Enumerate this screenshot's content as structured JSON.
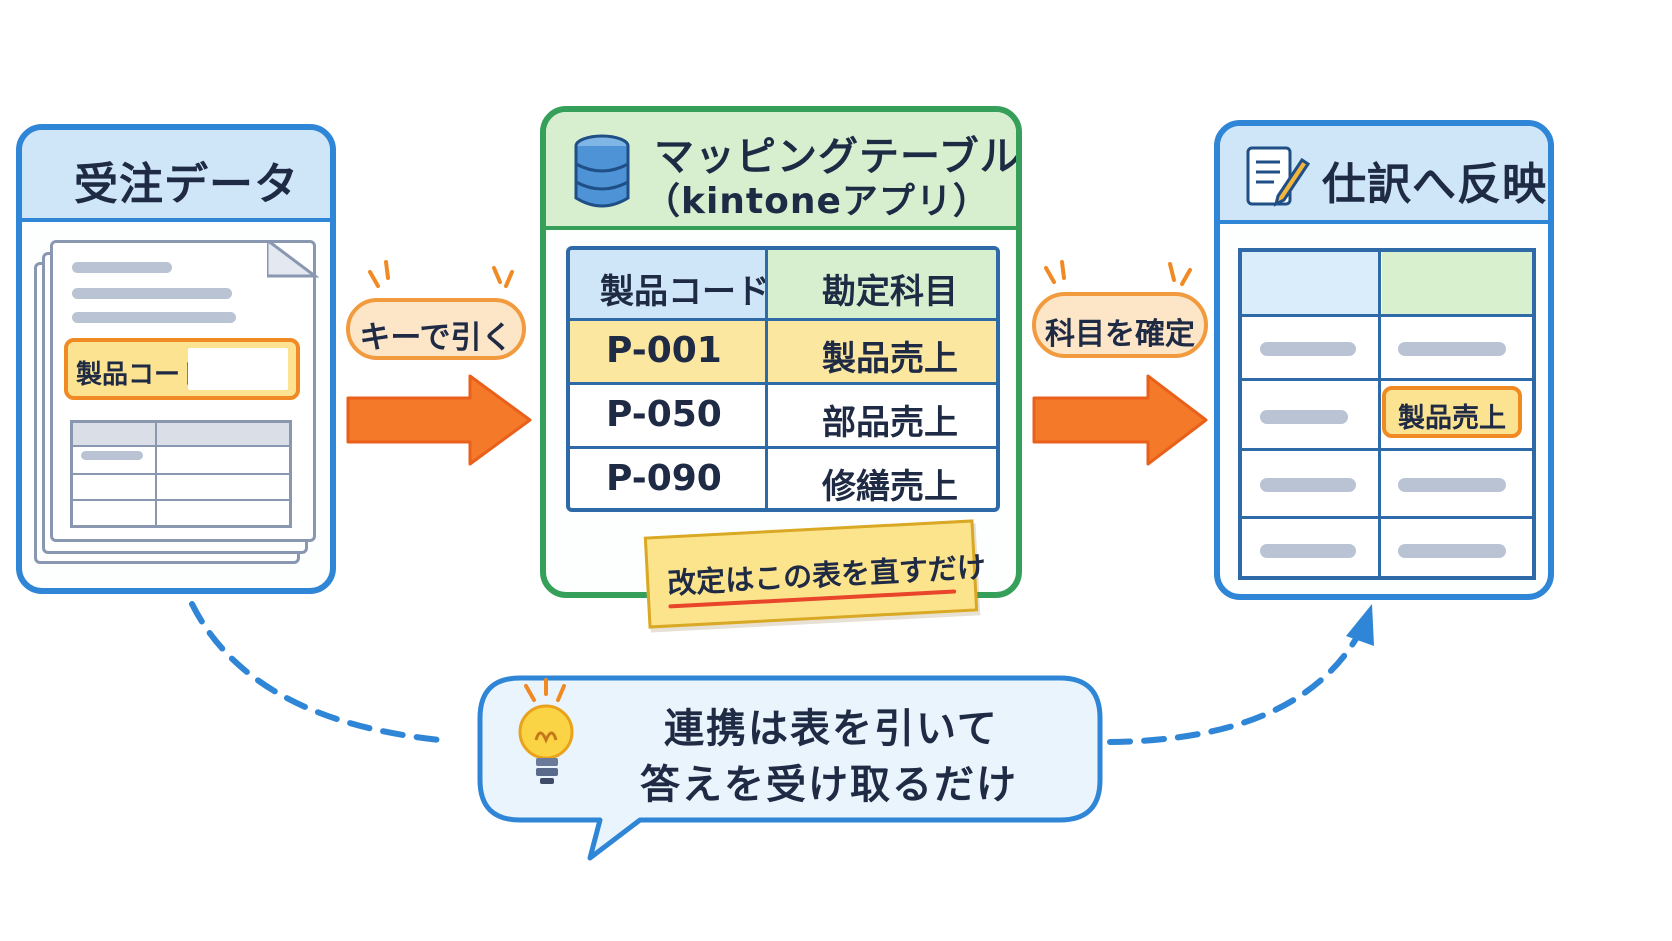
{
  "order_panel": {
    "title": "受注データ",
    "code_field_label": "製品コード"
  },
  "key_pill": "キーで引く",
  "mapping_panel": {
    "title_line1": "マッピングテーブル",
    "title_line2": "（kintoneアプリ）",
    "icon": "database-icon",
    "headers": [
      "製品コード",
      "勘定科目"
    ],
    "rows": [
      {
        "code": "P-001",
        "subject": "製品売上",
        "highlighted": true
      },
      {
        "code": "P-050",
        "subject": "部品売上",
        "highlighted": false
      },
      {
        "code": "P-090",
        "subject": "修繕売上",
        "highlighted": false
      }
    ],
    "note": "改定はこの表を直すだけ"
  },
  "confirm_pill": "科目を確定",
  "journal_panel": {
    "title": "仕訳へ反映",
    "icon": "document-pencil-icon",
    "result_chip": "製品売上"
  },
  "bubble": {
    "icon": "lightbulb-icon",
    "line1": "連携は表を引いて",
    "line2": "答えを受け取るだけ"
  },
  "colors": {
    "blue": "#2f86d6",
    "green": "#36a05a",
    "orange": "#f08a24",
    "yellow": "#fce391"
  }
}
